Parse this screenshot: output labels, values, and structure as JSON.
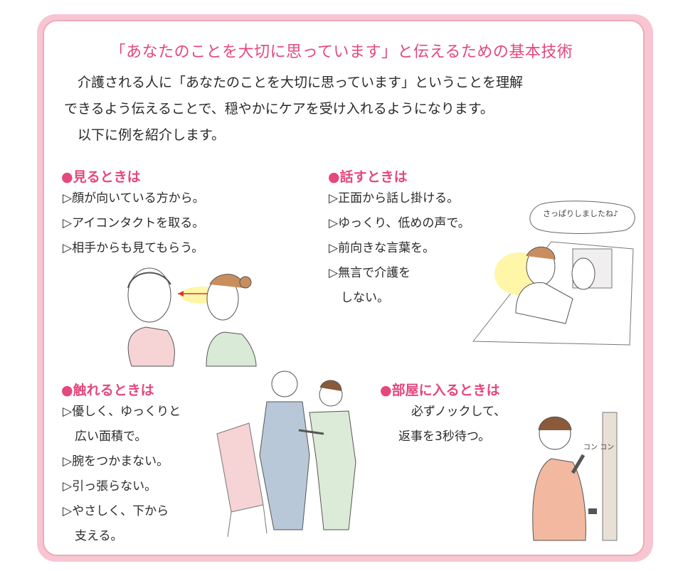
{
  "title": "「あなたのことを大切に思っています」と伝えるための基本技術",
  "intro": [
    "　介護される人に「あなたのことを大切に思っています」ということを理解",
    "できるよう伝えることで、穏やかにケアを受け入れるようになります。",
    "　以下に例を紹介します。"
  ],
  "sections": [
    {
      "heading": "●見るときは",
      "items": [
        "▷顔が向いている方から。",
        "▷アイコンタクトを取る。",
        "▷相手からも見てもらう。"
      ]
    },
    {
      "heading": "●話すときは",
      "items": [
        "▷正面から話し掛ける。",
        "▷ゆっくり、低めの声で。",
        "▷前向きな言葉を。",
        "▷無言で介護を",
        "　しない。"
      ],
      "speech_bubble": "さっぱりしましたね♪"
    },
    {
      "heading": "●触れるときは",
      "items": [
        "▷優しく、ゆっくりと",
        "　広い面積で。",
        "▷腕をつかまない。",
        "▷引っ張らない。",
        "▷やさしく、下から",
        "　支える。"
      ]
    },
    {
      "heading": "●部屋に入るときは",
      "items": [
        "必ずノックして、",
        "返事を3秒待つ。"
      ],
      "knock_sound": "コン コン"
    }
  ],
  "colors": {
    "accent": "#e4487c",
    "frame": "#f7c6d1"
  }
}
